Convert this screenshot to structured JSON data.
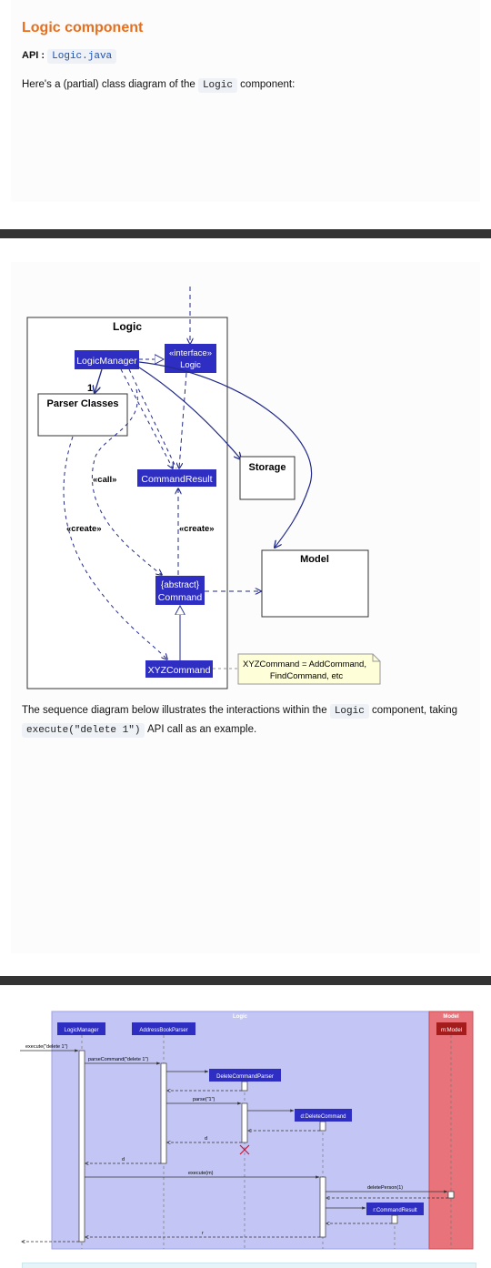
{
  "heading": "Logic component",
  "api": {
    "label": "API",
    "sep": ":",
    "link": "Logic.java"
  },
  "class_intro": {
    "before": "Here's a (partial) class diagram of the",
    "code": "Logic",
    "after": "component:"
  },
  "class_diagram": {
    "package_title": "Logic",
    "logic_manager": "LogicManager",
    "interface_stereo": "«interface»",
    "interface_name": "Logic",
    "multiplicity": "1",
    "parser_classes": "Parser Classes",
    "call_label": "«call»",
    "command_result": "CommandResult",
    "storage": "Storage",
    "create_label_left": "«create»",
    "create_label_mid": "«create»",
    "model": "Model",
    "abstract_stereo": "{abstract}",
    "abstract_name": "Command",
    "xyz": "XYZCommand",
    "note_line1": "XYZCommand = AddCommand,",
    "note_line2": "FindCommand, etc"
  },
  "seq_intro": {
    "before": "The sequence diagram below illustrates the interactions within the",
    "code": "Logic",
    "after": "component, taking",
    "code2": "execute(\"delete 1\")",
    "after2": "API call as an example."
  },
  "sequence": {
    "logic_box": "Logic",
    "model_box": "Model",
    "logic_manager": "LogicManager",
    "parser": "AddressBookParser",
    "delete_parser": "DeleteCommandParser",
    "delete_command": "d:DeleteCommand",
    "command_result": "r:CommandResult",
    "model": "m:Model",
    "msg_execute": "execute(\"delete 1\")",
    "msg_parse_command": "parseCommand(\"delete 1\")",
    "msg_parse": "parse(\"1\")",
    "ret_d1": "d",
    "ret_d2": "d",
    "msg_execute_m": "execute(m)",
    "msg_delete_person": "deletePerson(1)",
    "ret_r": "r"
  },
  "colors": {
    "heading": "#e76f1e",
    "class_box": "#2e2ec2",
    "logic_bg": "#c3c6f4",
    "model_bg": "#e8737a",
    "model_header": "#a41c1c"
  }
}
